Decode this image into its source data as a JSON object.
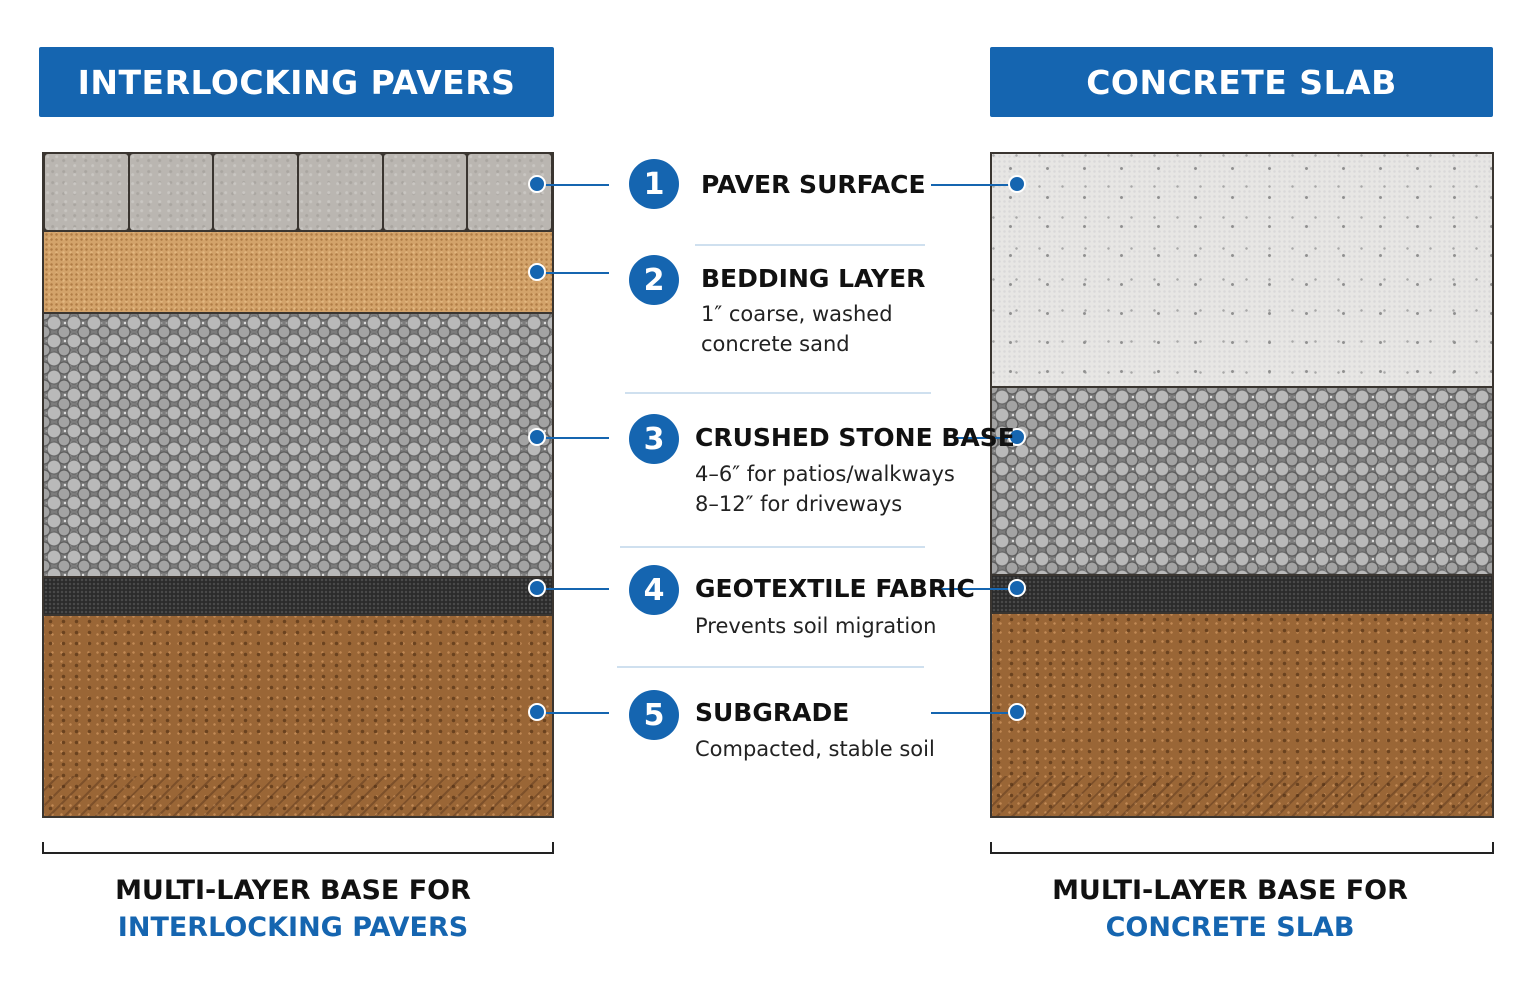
{
  "left_panel": {
    "title": "INTERLOCKING PAVERS",
    "caption_line1": "MULTI-LAYER BASE FOR",
    "caption_line2": "INTERLOCKING PAVERS"
  },
  "right_panel": {
    "title": "CONCRETE SLAB",
    "caption_line1": "MULTI-LAYER BASE FOR",
    "caption_line2": "CONCRETE SLAB"
  },
  "layers": [
    {
      "number": "1",
      "title": "PAVER SURFACE",
      "desc_lines": []
    },
    {
      "number": "2",
      "title": "BEDDING LAYER",
      "desc_lines": [
        "1″ coarse, washed",
        "concrete sand"
      ]
    },
    {
      "number": "3",
      "title": "CRUSHED STONE BASE",
      "desc_lines": [
        "4–6″ for patios/walkways",
        "8–12″ for driveways"
      ]
    },
    {
      "number": "4",
      "title": "GEOTEXTILE FABRIC",
      "desc_lines": [
        "Prevents soil migration"
      ]
    },
    {
      "number": "5",
      "title": "SUBGRADE",
      "desc_lines": [
        "Compacted, stable soil"
      ]
    }
  ],
  "colors": {
    "accent": "#1565b0",
    "separator": "#cfe0ef"
  }
}
